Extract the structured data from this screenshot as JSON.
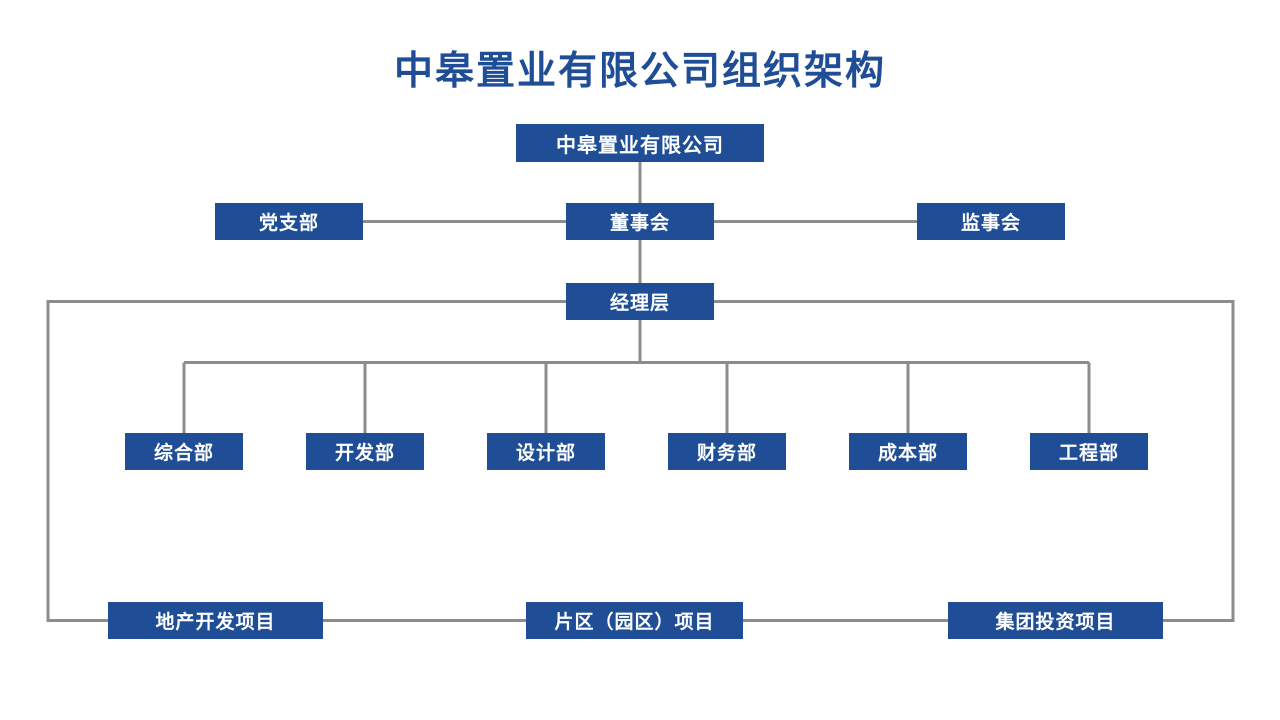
{
  "title": "中皋置业有限公司组织架构",
  "colors": {
    "box": "#1F4E96",
    "box_text": "#FFFFFF",
    "line": "#8C8C8C",
    "title": "#1F4E96",
    "background": "#FFFFFF"
  },
  "org": {
    "root": {
      "label": "中皋置业有限公司"
    },
    "level2": [
      {
        "label": "党支部"
      },
      {
        "label": "董事会"
      },
      {
        "label": "监事会"
      }
    ],
    "management": {
      "label": "经理层"
    },
    "departments": [
      {
        "label": "综合部"
      },
      {
        "label": "开发部"
      },
      {
        "label": "设计部"
      },
      {
        "label": "财务部"
      },
      {
        "label": "成本部"
      },
      {
        "label": "工程部"
      }
    ],
    "projects": [
      {
        "label": "地产开发项目"
      },
      {
        "label": "片区（园区）项目"
      },
      {
        "label": "集团投资项目"
      }
    ]
  }
}
